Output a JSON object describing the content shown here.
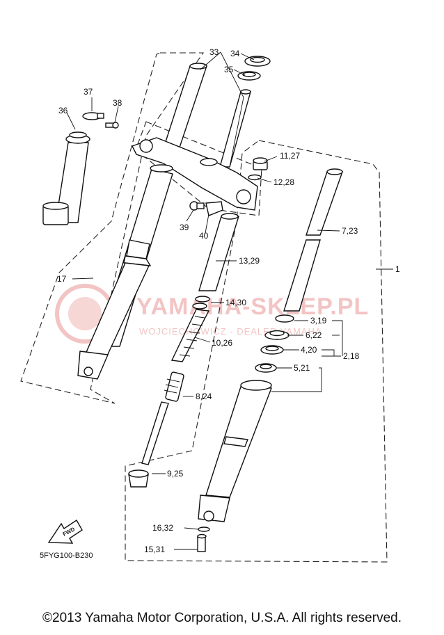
{
  "watermark": {
    "main": "YAMAHA-SKLEP.PL",
    "sub": "WOJCIECHOWICZ - DEALER YAMAHA"
  },
  "labels": {
    "p33": "33",
    "p34": "34",
    "p35": "35",
    "p37": "37",
    "p38": "38",
    "p36": "36",
    "p11_27": "11,27",
    "p12_28": "12,28",
    "p39": "39",
    "p40": "40",
    "p7_23": "7,23",
    "p13_29": "13,29",
    "p17": "17",
    "p1": "1",
    "p14_30": "14,30",
    "p3_19": "3,19",
    "p6_22": "6,22",
    "p10_26": "10,26",
    "p4_20": "4,20",
    "p2_18": "2,18",
    "p5_21": "5,21",
    "p8_24": "8,24",
    "p9_25": "9,25",
    "p16_32": "16,32",
    "p15_31": "15,31"
  },
  "fwd_label": "FWD",
  "diagram_code": "5FYG100-B230",
  "copyright": "©2013 Yamaha Motor Corporation, U.S.A. All rights reserved."
}
